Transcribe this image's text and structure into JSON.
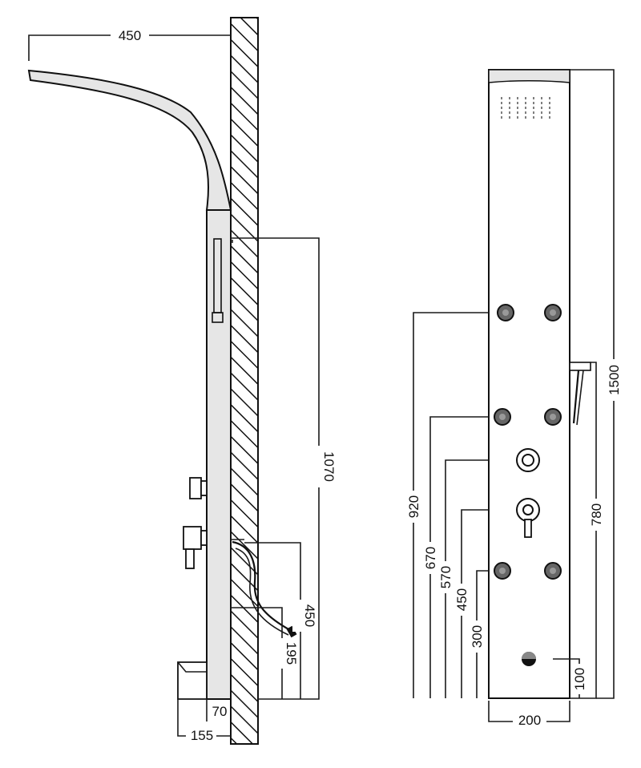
{
  "side_view": {
    "dimensions": {
      "top_reach": "450",
      "total_height": "1070",
      "lower_outlet": "450",
      "spout_height": "195",
      "panel_depth": "70",
      "spout_depth": "155"
    }
  },
  "front_view": {
    "dimensions": {
      "jet_row_1": "920",
      "jet_row_2": "670",
      "control_1": "570",
      "control_2": "450",
      "jet_row_3": "300",
      "bottom_outlet": "100",
      "panel_height": "1500",
      "hand_shower_holder": "780",
      "panel_width": "200"
    }
  },
  "colors": {
    "line": "#111111",
    "panel_fill": "#e6e6e6",
    "background": "#ffffff"
  }
}
